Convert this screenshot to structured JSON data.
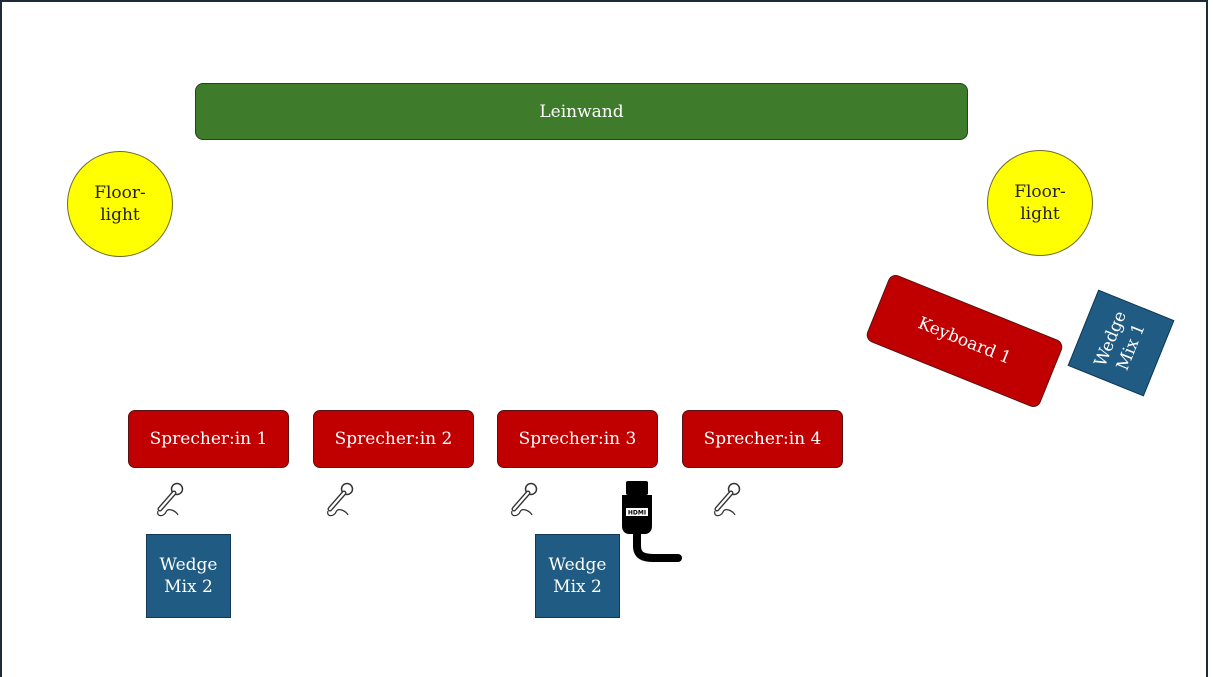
{
  "stage": {
    "screen_label": "Leinwand",
    "floorlight_left": "Floor-\nlight",
    "floorlight_right": "Floor-\nlight",
    "keyboard_label": "Keyboard 1",
    "wedge_keyboard": "Wedge\nMix 1",
    "speakers": [
      "Sprecher:in 1",
      "Sprecher:in 2",
      "Sprecher:in 3",
      "Sprecher:in 4"
    ],
    "wedge_left": "Wedge\nMix 2",
    "wedge_center": "Wedge\nMix 2",
    "hdmi_label": "HDMI"
  },
  "colors": {
    "screen": "#3e7b2a",
    "floorlight": "#ffff00",
    "speaker": "#c00000",
    "wedge": "#1f5b82"
  },
  "icons": {
    "microphone": "microphone-icon",
    "hdmi": "hdmi-cable-icon"
  }
}
